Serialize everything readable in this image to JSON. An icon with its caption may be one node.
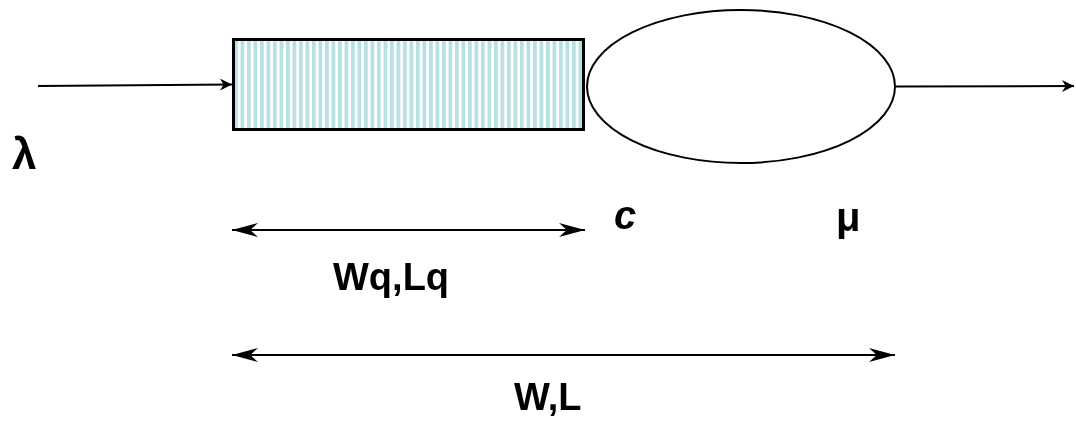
{
  "diagram": {
    "nodes": [
      {
        "text": [],
        "shape": "box"
      },
      {
        "text": [],
        "shape": "circle"
      }
    ],
    "edges": [
      {
        "from": null,
        "to": 0,
        "arrow": "to"
      },
      {
        "from": 1,
        "to": null,
        "arrow": "to"
      }
    ],
    "labels": [
      "λ",
      "c",
      "μ",
      "Wq,Lq",
      "W,L"
    ]
  }
}
